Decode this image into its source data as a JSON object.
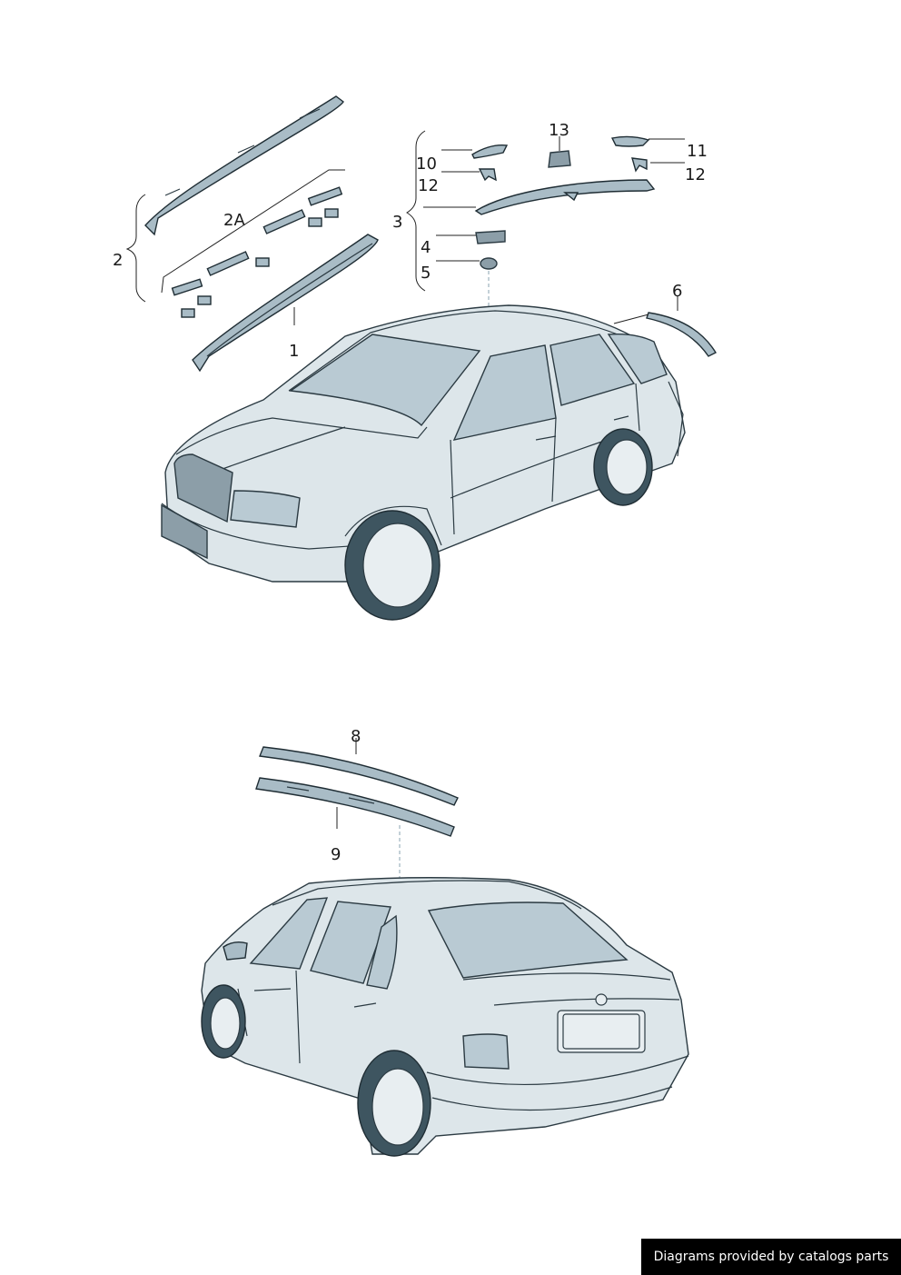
{
  "labels": {
    "p1": "1",
    "p2": "2",
    "p2a": "2A",
    "p3": "3",
    "p4": "4",
    "p5": "5",
    "p6": "6",
    "p8": "8",
    "p9": "9",
    "p10": "10",
    "p11": "11",
    "p12a": "12",
    "p12b": "12",
    "p13": "13"
  },
  "footer": {
    "text": "Diagrams provided by catalogs parts"
  },
  "colors": {
    "body": "#dde6ea",
    "glass": "#b9cad3",
    "outline": "#2b3a42",
    "part": "#a9bcc6"
  }
}
